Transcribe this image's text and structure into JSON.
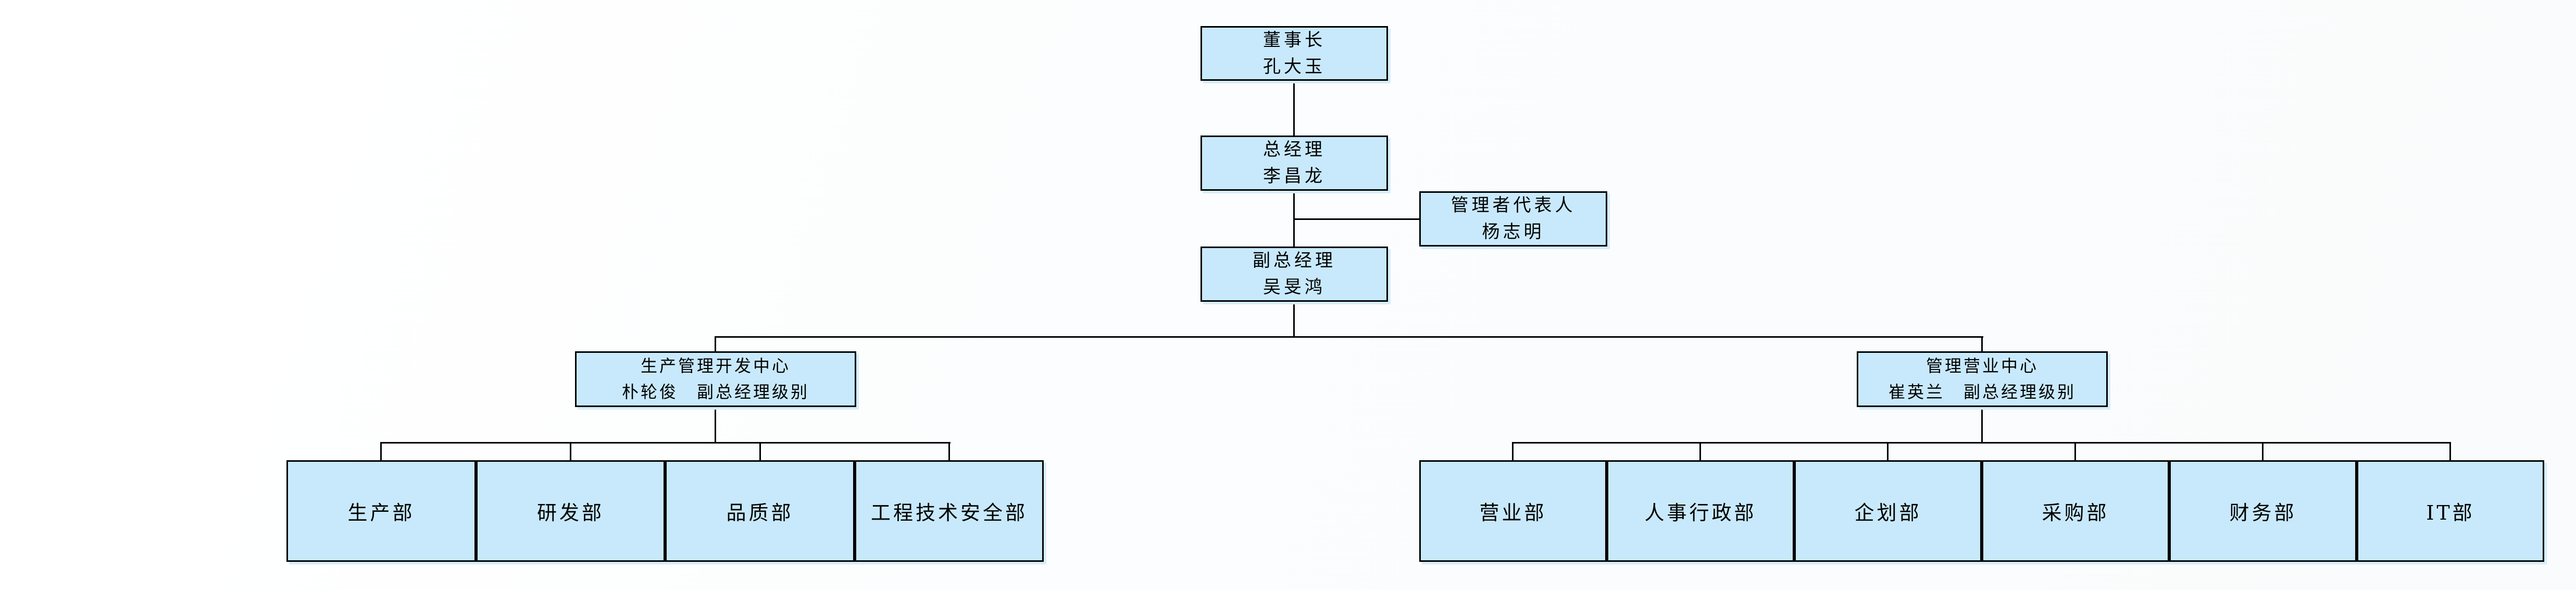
{
  "org": {
    "chairman": {
      "title": "董事长",
      "name": "孔大玉"
    },
    "general_manager": {
      "title": "总经理",
      "name": "李昌龙"
    },
    "management_representative": {
      "title": "管理者代表人",
      "name": "杨志明"
    },
    "deputy_general_manager": {
      "title": "副总经理",
      "name": "吴旻鸿"
    },
    "centers": [
      {
        "title": "生产管理开发中心",
        "staff_line": "朴轮俊　副总经理级别"
      },
      {
        "title": "管理营业中心",
        "staff_line": "崔英兰　副总经理级别"
      }
    ],
    "left_departments": [
      "生产部",
      "研发部",
      "品质部",
      "工程技术安全部"
    ],
    "right_departments": [
      "营业部",
      "人事行政部",
      "企划部",
      "采购部",
      "财务部",
      "IT部"
    ]
  },
  "colors": {
    "box_fill": "#c8e9fb",
    "box_border": "#000000",
    "box_shadow": "#d6edfa",
    "connector": "#000000",
    "background": "#ffffff"
  }
}
